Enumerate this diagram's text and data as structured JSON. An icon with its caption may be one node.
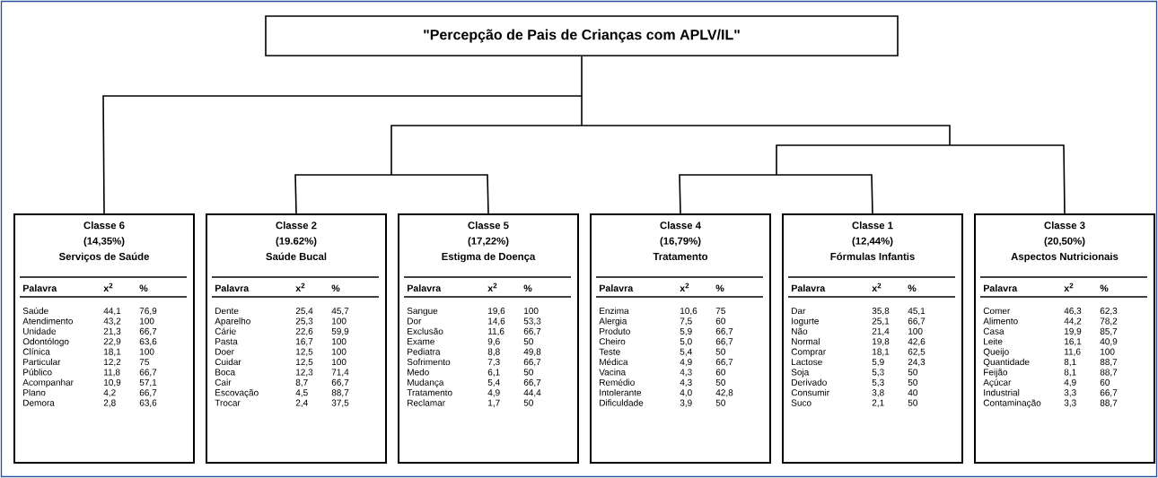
{
  "diagram": {
    "nodes": [
      {
        "text": [
          "\"Percepção de Pais de Crianças com APLV/IL\""
        ]
      },
      {
        "text": [
          "Classe 6",
          "(14,35%)",
          "Serviços de Saúde"
        ]
      },
      {
        "text": [
          "Classe 2",
          "(19.62%)",
          "Saúde Bucal"
        ]
      },
      {
        "text": [
          "Classe 5",
          "(17,22%)",
          "Estigma de Doença"
        ]
      },
      {
        "text": [
          "Classe 4",
          "(16,79%)",
          "Tratamento"
        ]
      },
      {
        "text": [
          "Classe 1",
          "(12,44%)",
          "Fórmulas Infantis"
        ]
      },
      {
        "text": [
          "Classe 3",
          "(20,50%)",
          "Aspectos Nutricionais"
        ]
      }
    ],
    "edges": [
      {
        "from": 0,
        "to": 1,
        "arrow": "none"
      },
      {
        "from": 0,
        "to": 2,
        "arrow": "none"
      },
      {
        "from": 0,
        "to": 3,
        "arrow": "none"
      },
      {
        "from": 0,
        "to": 4,
        "arrow": "none"
      },
      {
        "from": 0,
        "to": 5,
        "arrow": "none"
      },
      {
        "from": 0,
        "to": 6,
        "arrow": "none"
      }
    ],
    "labels": [
      "Palavra",
      "x$^{2}$",
      "%",
      "Saúde",
      "44,1",
      "76,9",
      "Atendimento",
      "43,2",
      "100",
      "Unidade",
      "21,3",
      "66,7",
      "Odontólogo",
      "22,9",
      "63,6",
      "Clínica",
      "18,1",
      "100",
      "Particular",
      "12,2",
      "75",
      "Público",
      "11,8",
      "66,7",
      "Acompanhar",
      "10,9",
      "57,1",
      "Plano",
      "4,2",
      "66,7",
      "Demora",
      "2,8",
      "63,6",
      "Palavra",
      "x$^{2}$",
      "%",
      "Dente",
      "25,4",
      "45,7",
      "Aparelho",
      "25,3",
      "100",
      "Cárie",
      "22,6",
      "59,9",
      "Pasta",
      "16,7",
      "100",
      "Doer",
      "12,5",
      "100",
      "Cuidar",
      "12,5",
      "100",
      "Boca",
      "12,3",
      "71,4",
      "Cair",
      "8,7",
      "66,7",
      "Escovação",
      "4,5",
      "88,7",
      "Trocar",
      "2,4",
      "37,5",
      "Palavra",
      "x$^{2}$",
      "%",
      "Sangue",
      "19,6",
      "100",
      "Dor",
      "14,6",
      "53,3",
      "Exclusão",
      "11,6",
      "66,7",
      "Exame",
      "9,6",
      "50",
      "Pediatra",
      "8,8",
      "49,8",
      "Sofrimento",
      "7,3",
      "66,7",
      "Medo",
      "6,1",
      "50",
      "Mudança",
      "5,4",
      "66,7",
      "Tratamento",
      "4,9",
      "44,4",
      "Reclamar",
      "1,7",
      "50",
      "Palavra",
      "x$^{2}$",
      "%",
      "Enzima",
      "10,6",
      "75",
      "Alergia",
      "7,5",
      "60",
      "Produto",
      "5,9",
      "66,7",
      "Cheiro",
      "5,0",
      "66,7",
      "Teste",
      "5,4",
      "50",
      "Médica",
      "4,9",
      "66,7",
      "Vacina",
      "4,3",
      "60",
      "Remédio",
      "4,3",
      "50",
      "Intolerante",
      "4,0",
      "42,8",
      "Dificuldade",
      "3,9",
      "50",
      "Palavra",
      "x$^{2}$",
      "%",
      "Dar",
      "35,8",
      "45,1",
      "Iogurte",
      "25,1",
      "66,7",
      "Não",
      "21,4",
      "100",
      "Normal",
      "19,8",
      "42,6",
      "Comprar",
      "18,1",
      "62,5",
      "Lactose",
      "5,9",
      "24,3",
      "Soja",
      "5,3",
      "50",
      "Derivado",
      "5,3",
      "50",
      "Consumir",
      "3,8",
      "40",
      "Suco",
      "2,1",
      "50",
      "Palavra",
      "x$^{2}$",
      "%",
      "Comer",
      "46,3",
      "62,3",
      "Alimento",
      "44,2",
      "78,2",
      "Casa",
      "19,9",
      "85,7",
      "Leite",
      "16,1",
      "40,9",
      "Queijo",
      "11,6",
      "100",
      "Quantidade",
      "8,1",
      "88,7",
      "Feijão",
      "8,1",
      "88,7",
      "Açúcar",
      "4,9",
      "60",
      "Industrial",
      "3,3",
      "66,7",
      "Contaminação",
      "3,3",
      "88,7"
    ]
  }
}
